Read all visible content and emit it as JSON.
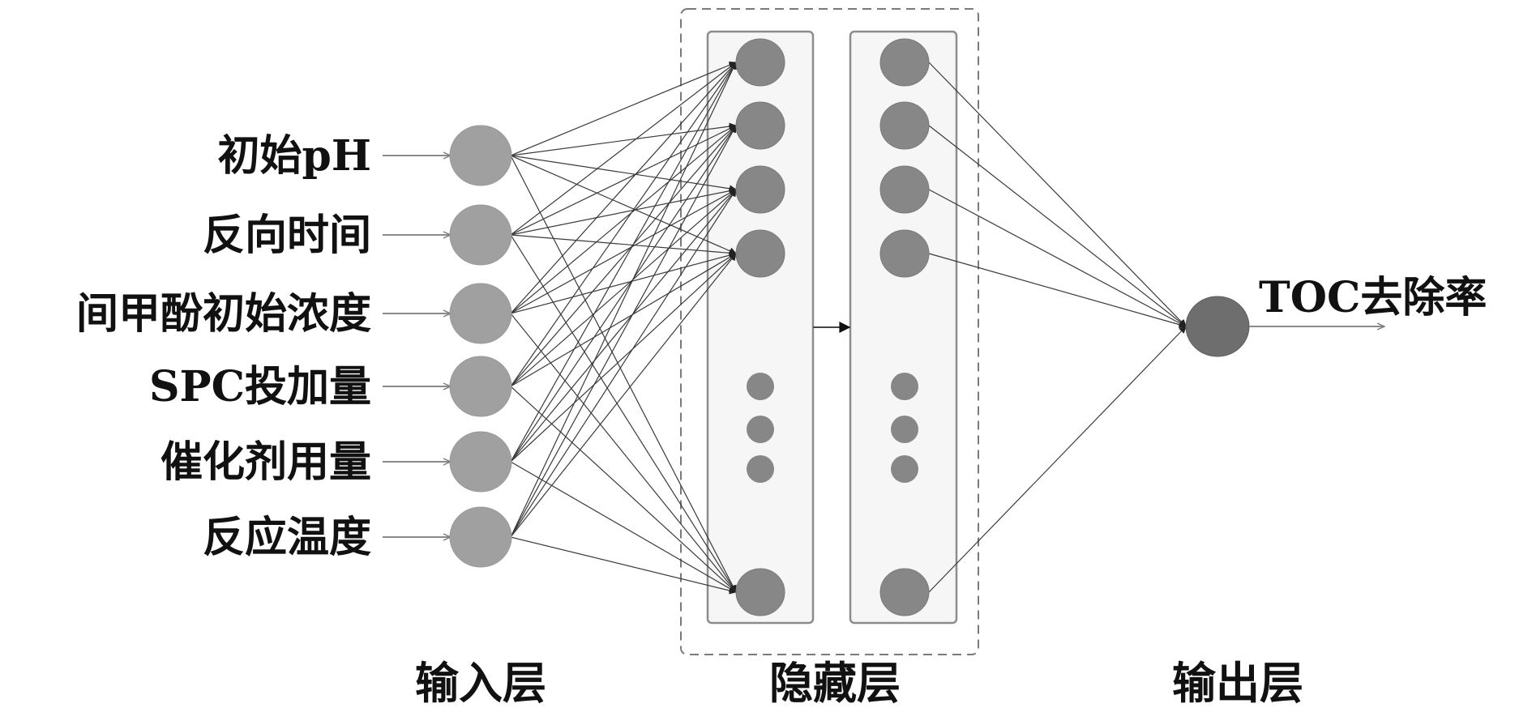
{
  "diagram": {
    "type": "neural-network",
    "input_layer": {
      "label": "输入层",
      "nodes": [
        "初始pH",
        "反向时间",
        "间甲酚初始浓度",
        "SPC投加量",
        "催化剂用量",
        "反应温度"
      ]
    },
    "hidden_layer": {
      "label": "隐藏层",
      "sublayers": 2,
      "visible_nodes_per_sublayer": 5,
      "ellipsis_dots": 3
    },
    "output_layer": {
      "label": "输出层",
      "nodes": [
        "TOC去除率"
      ]
    },
    "colors": {
      "input_node": "#a0a0a0",
      "hidden_node": "#878787",
      "output_node": "#6e6e6e",
      "edge": "#3a3a3a",
      "panel_fill": "#f6f6f6",
      "panel_stroke": "#8c8c8c",
      "dashed_box": "#7a7a7a"
    }
  }
}
